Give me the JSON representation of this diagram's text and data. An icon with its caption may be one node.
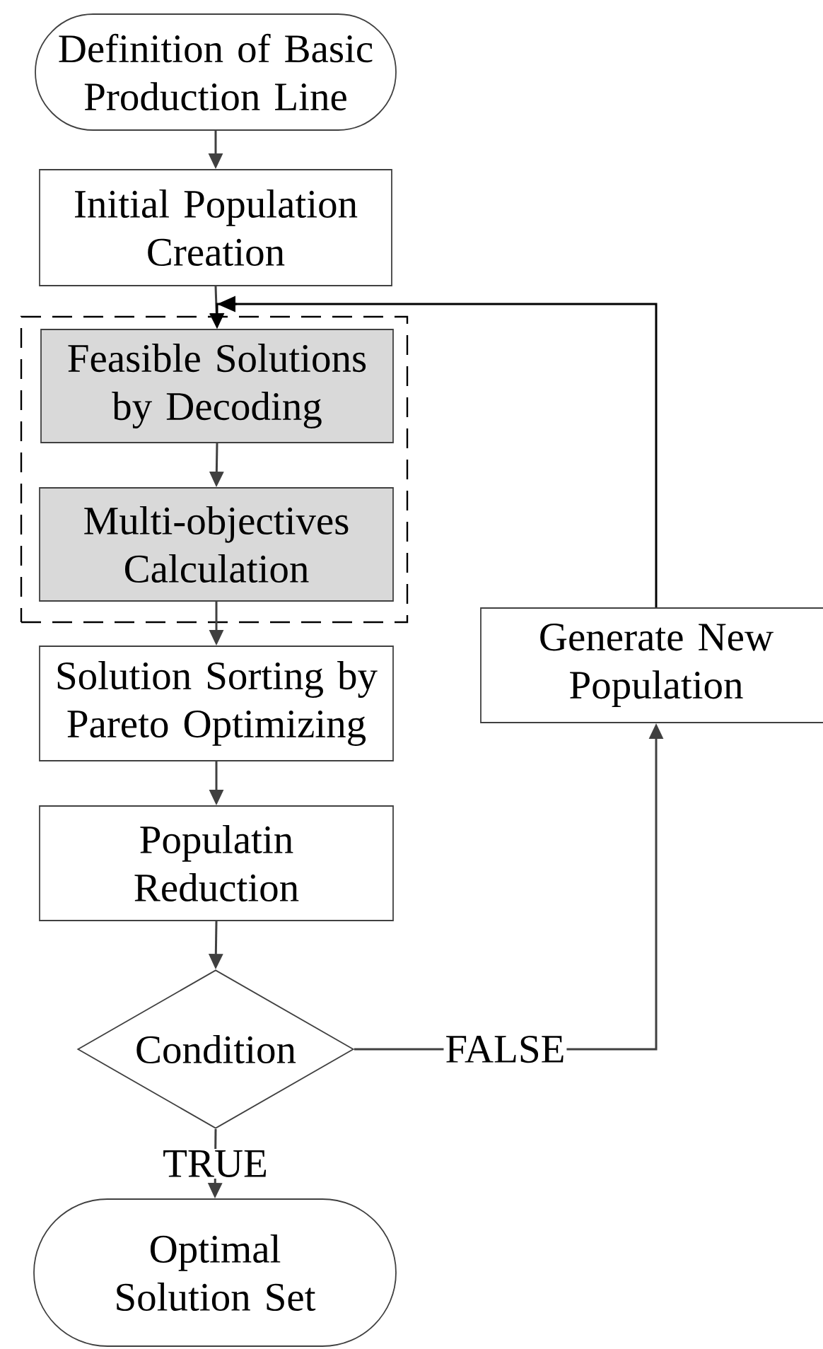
{
  "diagram": {
    "nodes": [
      {
        "text": [
          "Definition of Basic Production Line"
        ]
      },
      {
        "text": [
          "Initial Population Creation"
        ]
      },
      {
        "text": [],
        "shape": "box"
      },
      {
        "text": [
          "Feasible Solutions by Decoding"
        ],
        "in": 2
      },
      {
        "text": [
          "Multi-objectives Calculation"
        ],
        "in": 2
      },
      {
        "text": [
          "Solution Sorting by Pareto Optimizing"
        ]
      },
      {
        "text": [
          "Generate New Population"
        ]
      },
      {
        "text": [
          "Populatin Reduction"
        ]
      },
      {
        "text": [
          "Condition"
        ]
      },
      {
        "text": [
          "Optimal Solution Set"
        ]
      }
    ],
    "edges": [
      {
        "from": 0,
        "to": 1,
        "arrow": "to"
      },
      {
        "from": 1,
        "to": 3,
        "arrow": "to"
      },
      {
        "from": 3,
        "to": 4,
        "arrow": "to"
      },
      {
        "from": 4,
        "to": 5,
        "arrow": "to"
      },
      {
        "from": 5,
        "to": 7,
        "arrow": "to"
      },
      {
        "from": 7,
        "to": 8,
        "arrow": "to"
      },
      {
        "from": 8,
        "to": 6,
        "arrow": "to",
        "label": "FALSE"
      },
      {
        "from": 8,
        "to": 9,
        "arrow": "to",
        "label": "TRUE"
      },
      {
        "from": 6,
        "to": 3,
        "arrow": "to",
        "color": "#000000"
      }
    ]
  }
}
